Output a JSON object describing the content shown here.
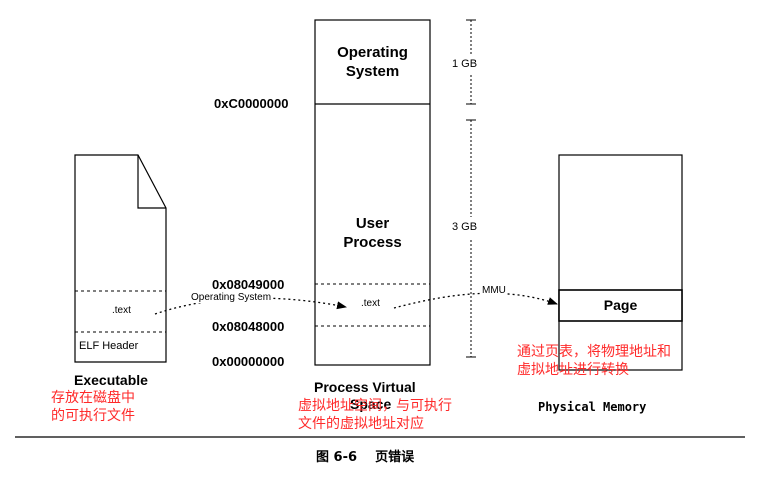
{
  "executable": {
    "text_section": ".text",
    "elf_header": "ELF Header",
    "caption": "Executable",
    "note_line1": "存放在磁盘中",
    "note_line2": "的可执行文件"
  },
  "virtual_space": {
    "os_line1": "Operating",
    "os_line2": "System",
    "user_line1": "User",
    "user_line2": "Process",
    "text_section": ".text",
    "size_1gb": "1 GB",
    "size_3gb": "3 GB",
    "addresses": [
      "0xC0000000",
      "0x08049000",
      "0x08048000",
      "0x00000000"
    ],
    "caption_line1": "Process Virtual",
    "caption_line2": "Space",
    "note_line1": "虚拟地址空间，与可执行",
    "note_line2": "文件的虚拟地址对应"
  },
  "physical": {
    "page_label": "Page",
    "caption": "Physical Memory",
    "note_line1": "通过页表，将物理地址和",
    "note_line2": "虚拟地址进行转换"
  },
  "arrows": {
    "mapping_label": "Operating System",
    "mmu_label": "MMU"
  },
  "figure": {
    "caption": "图 6-6    页错误"
  }
}
